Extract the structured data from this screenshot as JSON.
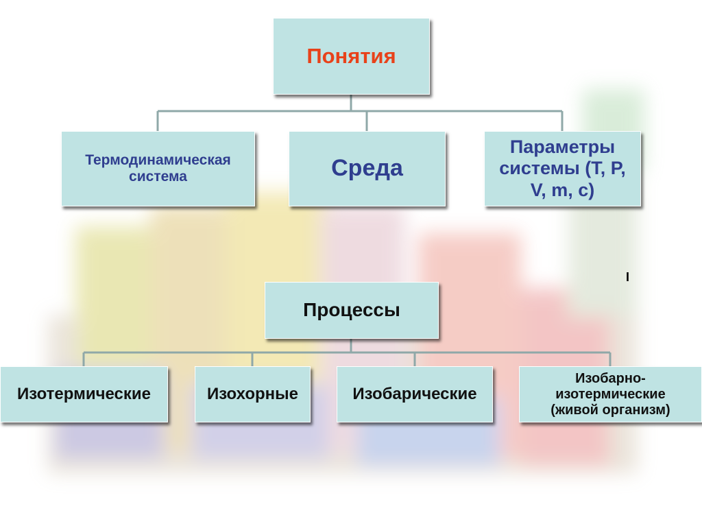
{
  "colors": {
    "box_fill": "#bfe3e3",
    "title_text": "#e8421a",
    "category_text": "#2f3e8f",
    "process_text": "#111111",
    "connector": "#8fa8a8"
  },
  "diagram": {
    "root": {
      "label": "Понятия"
    },
    "concepts": [
      {
        "label": "Термодинамическая система"
      },
      {
        "label": "Среда"
      },
      {
        "label": "Параметры системы (T, P, V, m, c)"
      }
    ],
    "processes": {
      "label": "Процессы",
      "children": [
        {
          "label": "Изотермические"
        },
        {
          "label": "Изохорные"
        },
        {
          "label": "Изобарические"
        },
        {
          "label": "Изобарно-изотермические (живой организм)"
        }
      ]
    },
    "stray_mark": "I"
  }
}
